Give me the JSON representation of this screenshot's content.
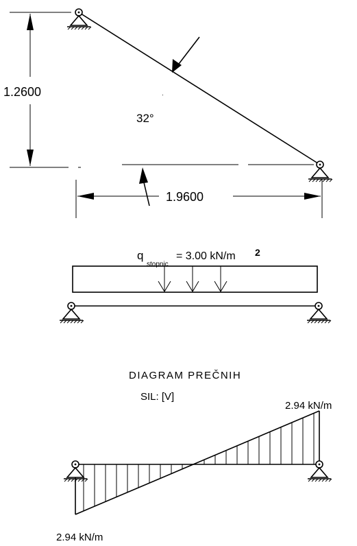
{
  "labels": {
    "height_dim": "1.2600",
    "angle": "32°",
    "span_dim": "1.9600",
    "load_q": "q",
    "load_sub": "stopnic",
    "load_value": "= 3.00 kN/m",
    "load_exp": "2",
    "diagram_title_1": "DIAGRAM PREČNIH",
    "diagram_title_2": "SIL: [V]",
    "shear_right": "2.94 kN/m",
    "shear_left": "2.94 kN/m"
  },
  "colors": {
    "ink": "#000000",
    "background": "#ffffff"
  }
}
